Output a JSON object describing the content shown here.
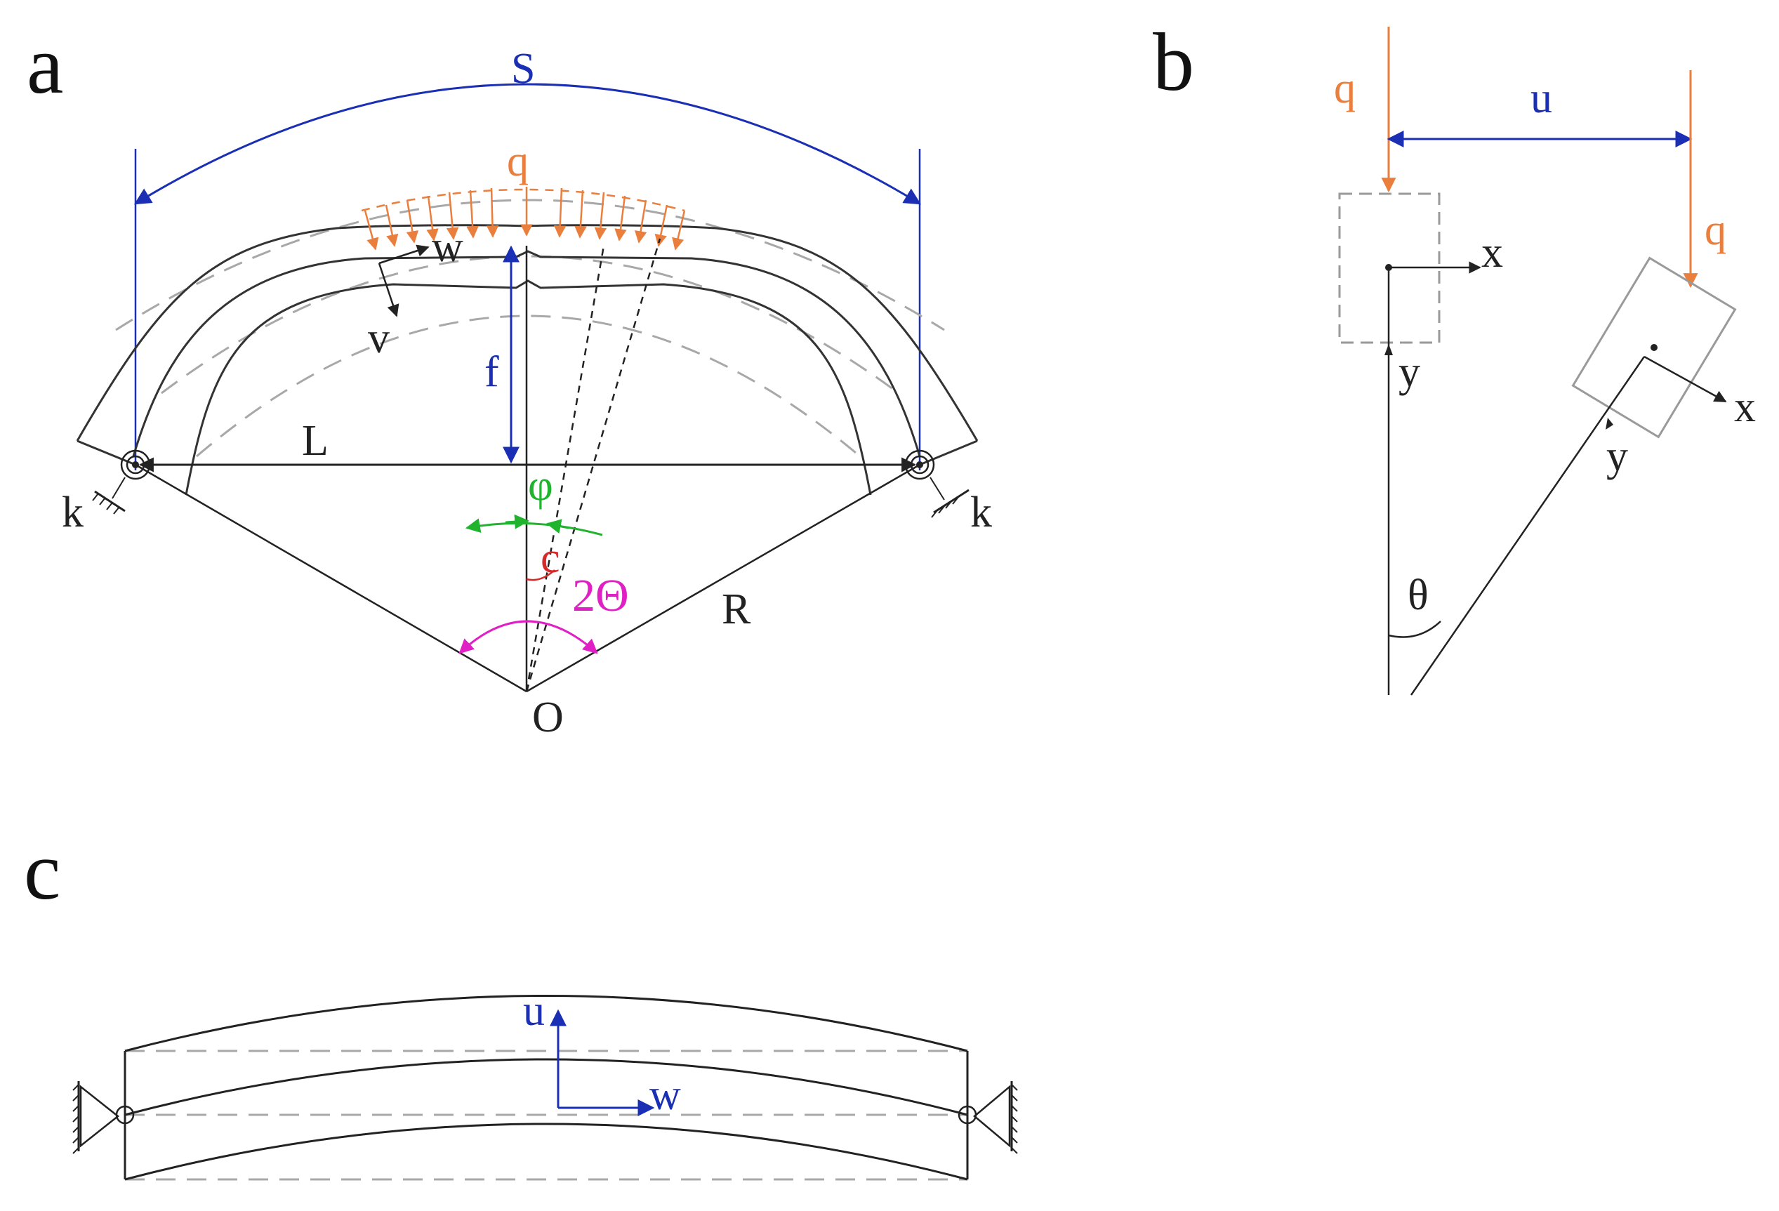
{
  "colors": {
    "line": "#222222",
    "dashed": "#a8a8a8",
    "blue": "#1a2fb4",
    "orange": "#ea7e3c",
    "green": "#1fb32e",
    "red": "#d42a2a",
    "magenta": "#e020c4"
  },
  "panel_a": {
    "label": "a",
    "S": "S",
    "q": "q",
    "w": "w",
    "v": "v",
    "f": "f",
    "L": "L",
    "k_left": "k",
    "k_right": "k",
    "phi": "φ",
    "c": "c",
    "two_theta": "2Θ",
    "R": "R",
    "O": "O"
  },
  "panel_b": {
    "label": "b",
    "q_left": "q",
    "u": "u",
    "q_right": "q",
    "x_left": "x",
    "y_left": "y",
    "x_right": "x",
    "y_right": "y",
    "theta": "θ"
  },
  "panel_c": {
    "label": "c",
    "u": "u",
    "w": "w"
  }
}
